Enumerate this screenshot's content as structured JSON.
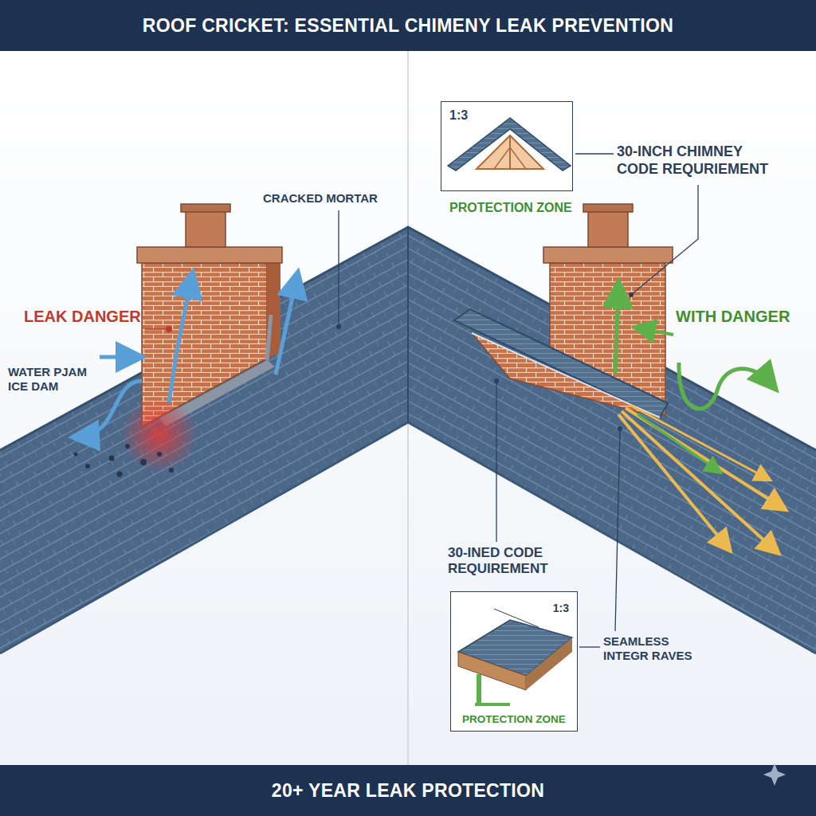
{
  "diagram": {
    "title": "ROOF CRICKET: ESSENTIAL CHIMENY LEAK PREVENTION",
    "caption": "20+ YEAR LEAK PROTECTION",
    "nodes": [
      {
        "text": [
          "1:3",
          "PROTECTION ZONE"
        ]
      },
      {
        "text": [
          "1:3",
          "PROTECTION ZONE"
        ]
      }
    ],
    "labels": [
      "CRACKED MORTAR",
      "LEAK DANGER",
      "WATER PJAM ICE DAM",
      "30-INCH CHIMNEY CODE REQURIEMENT",
      "WITH DANGER",
      "30-INED CODE REQUIREMENT",
      "SEAMLESS INTEGR RAVES"
    ]
  }
}
